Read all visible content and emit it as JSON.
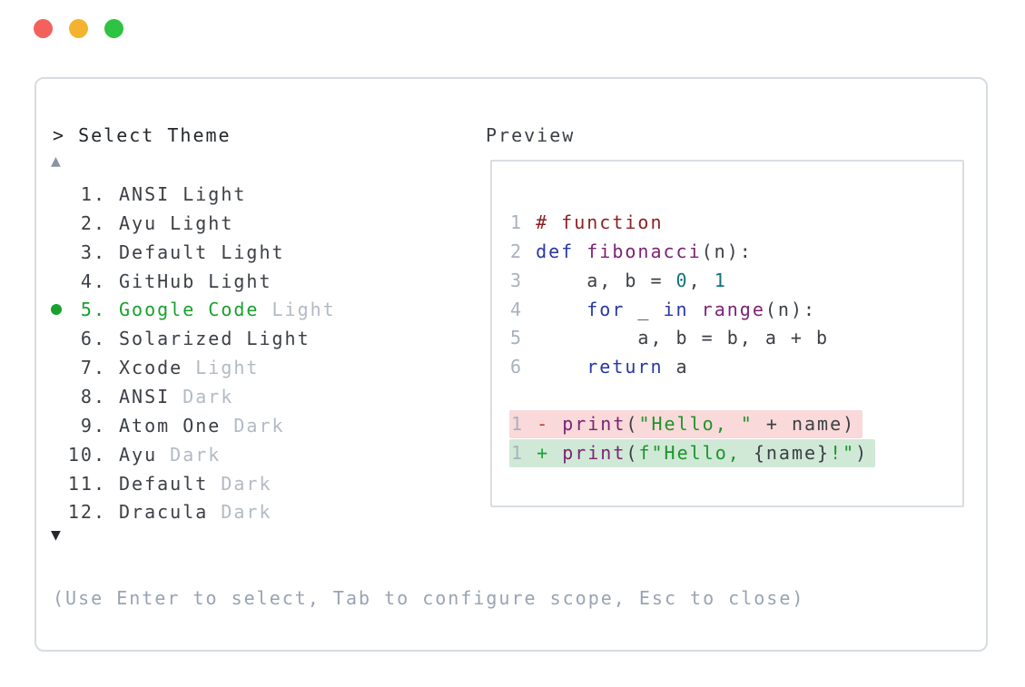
{
  "window": {
    "controls": [
      {
        "name": "close",
        "color": "#f4615c"
      },
      {
        "name": "minimize",
        "color": "#f3b32f"
      },
      {
        "name": "zoom",
        "color": "#2ec342"
      }
    ]
  },
  "picker": {
    "prompt": "> Select Theme",
    "scroll_up_indicator": "▲",
    "scroll_down_indicator": "▼",
    "footer_hint": "(Use Enter to select, Tab to configure scope, Esc to close)",
    "selected_number": "5.",
    "themes": [
      {
        "number": "1.",
        "label": "ANSI",
        "variant": "Light",
        "variant_dimmed": false,
        "selected": false
      },
      {
        "number": "2.",
        "label": "Ayu",
        "variant": "Light",
        "variant_dimmed": false,
        "selected": false
      },
      {
        "number": "3.",
        "label": "Default",
        "variant": "Light",
        "variant_dimmed": false,
        "selected": false
      },
      {
        "number": "4.",
        "label": "GitHub",
        "variant": "Light",
        "variant_dimmed": false,
        "selected": false
      },
      {
        "number": "5.",
        "label": "Google Code",
        "variant": "Light",
        "variant_dimmed": true,
        "selected": true
      },
      {
        "number": "6.",
        "label": "Solarized",
        "variant": "Light",
        "variant_dimmed": false,
        "selected": false
      },
      {
        "number": "7.",
        "label": "Xcode",
        "variant": "Light",
        "variant_dimmed": true,
        "selected": false
      },
      {
        "number": "8.",
        "label": "ANSI",
        "variant": "Dark",
        "variant_dimmed": true,
        "selected": false
      },
      {
        "number": "9.",
        "label": "Atom One",
        "variant": "Dark",
        "variant_dimmed": true,
        "selected": false
      },
      {
        "number": "10.",
        "label": "Ayu",
        "variant": "Dark",
        "variant_dimmed": true,
        "selected": false
      },
      {
        "number": "11.",
        "label": "Default",
        "variant": "Dark",
        "variant_dimmed": true,
        "selected": false
      },
      {
        "number": "12.",
        "label": "Dracula",
        "variant": "Dark",
        "variant_dimmed": true,
        "selected": false
      }
    ]
  },
  "preview": {
    "label": "Preview",
    "code_lines": [
      {
        "num": "1",
        "tokens": [
          {
            "t": "# function",
            "c": "comment"
          }
        ]
      },
      {
        "num": "2",
        "tokens": [
          {
            "t": "def",
            "c": "keyword"
          },
          {
            "t": " ",
            "c": "plain"
          },
          {
            "t": "fibonacci",
            "c": "func"
          },
          {
            "t": "(n):",
            "c": "plain"
          }
        ]
      },
      {
        "num": "3",
        "tokens": [
          {
            "t": "    a, b = ",
            "c": "plain"
          },
          {
            "t": "0",
            "c": "literal"
          },
          {
            "t": ", ",
            "c": "plain"
          },
          {
            "t": "1",
            "c": "literal"
          }
        ]
      },
      {
        "num": "4",
        "tokens": [
          {
            "t": "    ",
            "c": "plain"
          },
          {
            "t": "for",
            "c": "keyword"
          },
          {
            "t": " _ ",
            "c": "plain"
          },
          {
            "t": "in",
            "c": "keyword"
          },
          {
            "t": " ",
            "c": "plain"
          },
          {
            "t": "range",
            "c": "func"
          },
          {
            "t": "(n):",
            "c": "plain"
          }
        ]
      },
      {
        "num": "5",
        "tokens": [
          {
            "t": "        a, b = b, a + b",
            "c": "plain"
          }
        ]
      },
      {
        "num": "6",
        "tokens": [
          {
            "t": "    ",
            "c": "plain"
          },
          {
            "t": "return",
            "c": "keyword"
          },
          {
            "t": " a",
            "c": "plain"
          }
        ]
      }
    ],
    "diff_lines": [
      {
        "num": "1",
        "kind": "removed",
        "tokens": [
          {
            "t": "-",
            "c": "minus"
          },
          {
            "t": " ",
            "c": "plain"
          },
          {
            "t": "print",
            "c": "func"
          },
          {
            "t": "(",
            "c": "plain"
          },
          {
            "t": "\"Hello, \"",
            "c": "string"
          },
          {
            "t": " + name)",
            "c": "plain"
          }
        ]
      },
      {
        "num": "1",
        "kind": "added",
        "tokens": [
          {
            "t": "+",
            "c": "plus"
          },
          {
            "t": " ",
            "c": "plain"
          },
          {
            "t": "print",
            "c": "func"
          },
          {
            "t": "(",
            "c": "plain"
          },
          {
            "t": "f\"Hello, ",
            "c": "string"
          },
          {
            "t": "{name}",
            "c": "plain"
          },
          {
            "t": "!\"",
            "c": "string"
          },
          {
            "t": ")",
            "c": "plain"
          }
        ]
      }
    ]
  },
  "colors": {
    "selected_green": "#18a12e",
    "item_text": "#3c4046",
    "item_dim": "#b3bac5",
    "heading": "#24272b",
    "scroll_up": "#8b94a5",
    "scroll_down": "#24272b",
    "footer": "#9aa3b3",
    "panel_border": "#d7dbe2",
    "preview_border": "#d9dde3",
    "diff_removed_bg": "#f9d9d9",
    "diff_added_bg": "#cfe9d6",
    "traffic_red": "#f4615c",
    "traffic_yellow": "#f3b32f",
    "traffic_green": "#2ec342",
    "code": {
      "ln": "#a9b1bf",
      "plain": "#3c4046",
      "comment": "#8e1f1f",
      "keyword": "#2838a6",
      "func": "#7c2374",
      "literal": "#0e7474",
      "string": "#1d9428",
      "minus": "#c93a3a",
      "plus": "#1aa130"
    }
  }
}
